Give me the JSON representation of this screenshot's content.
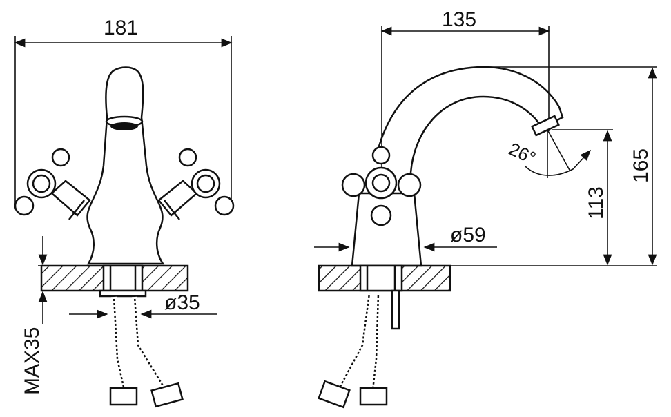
{
  "title": "Basin mixer tap dimension drawing",
  "dimensions": {
    "width_front": "181",
    "spout_reach": "135",
    "total_height": "165",
    "spout_height": "113",
    "base_diameter": "ø59",
    "shank_diameter": "ø35",
    "max_counter_thickness": "MAX35",
    "spout_angle": "26°"
  },
  "colors": {
    "line": "#111111",
    "background": "#ffffff"
  }
}
